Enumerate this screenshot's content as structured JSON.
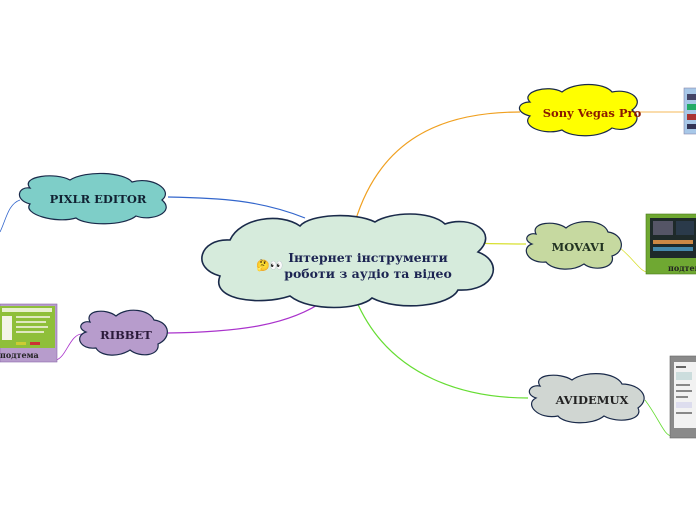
{
  "central": {
    "line1": "Інтернет інструменти",
    "line2": "роботи з аудіо та відео",
    "icon": "thinking-eyes-icon"
  },
  "branches": [
    {
      "id": "sony",
      "label": "Sony Vegas Pro",
      "color": "#ffff00",
      "line_color": "#f0a020"
    },
    {
      "id": "movavi",
      "label": "MOVAVI",
      "color": "#c6d9a0",
      "line_color": "#d8e030"
    },
    {
      "id": "avidemux",
      "label": "AVIDEMUX",
      "color": "#d0d6d2",
      "line_color": "#66dd33"
    },
    {
      "id": "pixlr",
      "label": "PIXLR EDITOR",
      "color": "#7ecec8",
      "line_color": "#3366cc"
    },
    {
      "id": "ribbet",
      "label": "RIBBET",
      "color": "#b79ccc",
      "line_color": "#aa33cc"
    }
  ],
  "subtopics": {
    "movavi": "подтема",
    "ribbet": "подтема"
  },
  "colors": {
    "central_fill": "#d6ebdc",
    "outline": "#1a2a4a"
  }
}
